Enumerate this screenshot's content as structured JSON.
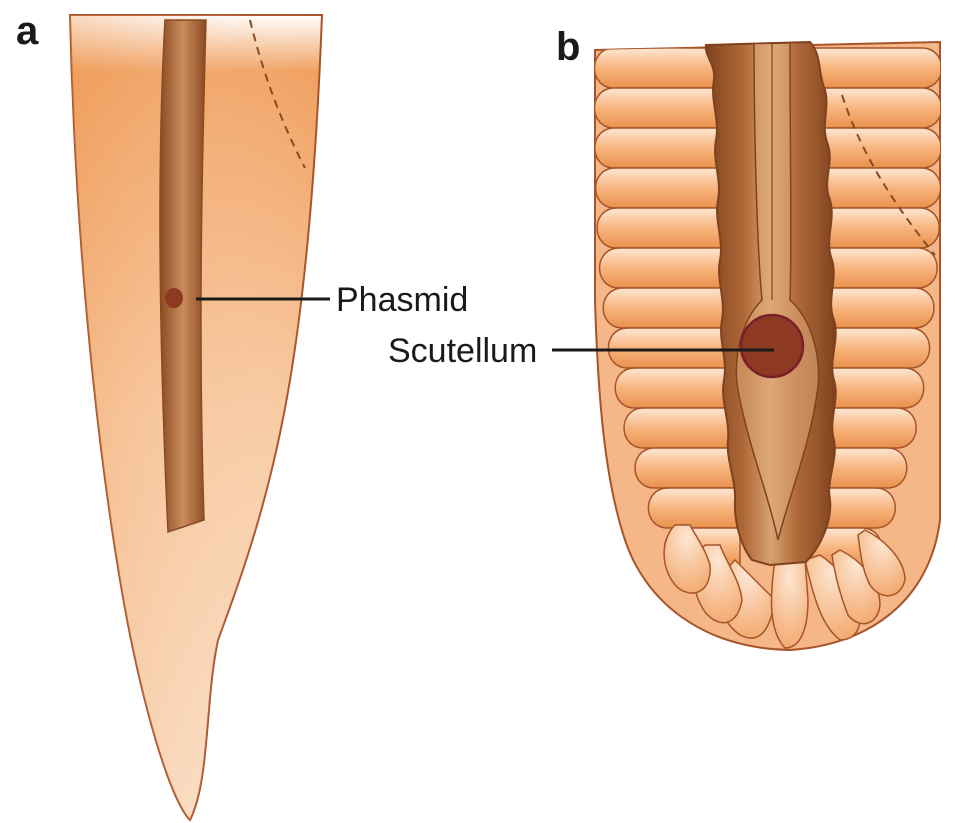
{
  "panels": [
    {
      "letter": "a",
      "callout": "Phasmid"
    },
    {
      "letter": "b",
      "callout": "Scutellum"
    }
  ],
  "colors": {
    "body_light": "#fbe0c8",
    "body_mid": "#f5b787",
    "body_dark": "#ee9a55",
    "outline": "#a8542a",
    "lateral_field_light": "#c4895a",
    "lateral_field_dark": "#8a4a22",
    "organ_fill": "#8e3a22",
    "organ_rim": "#7a1f2a",
    "label_text": "#1a1a1a"
  }
}
